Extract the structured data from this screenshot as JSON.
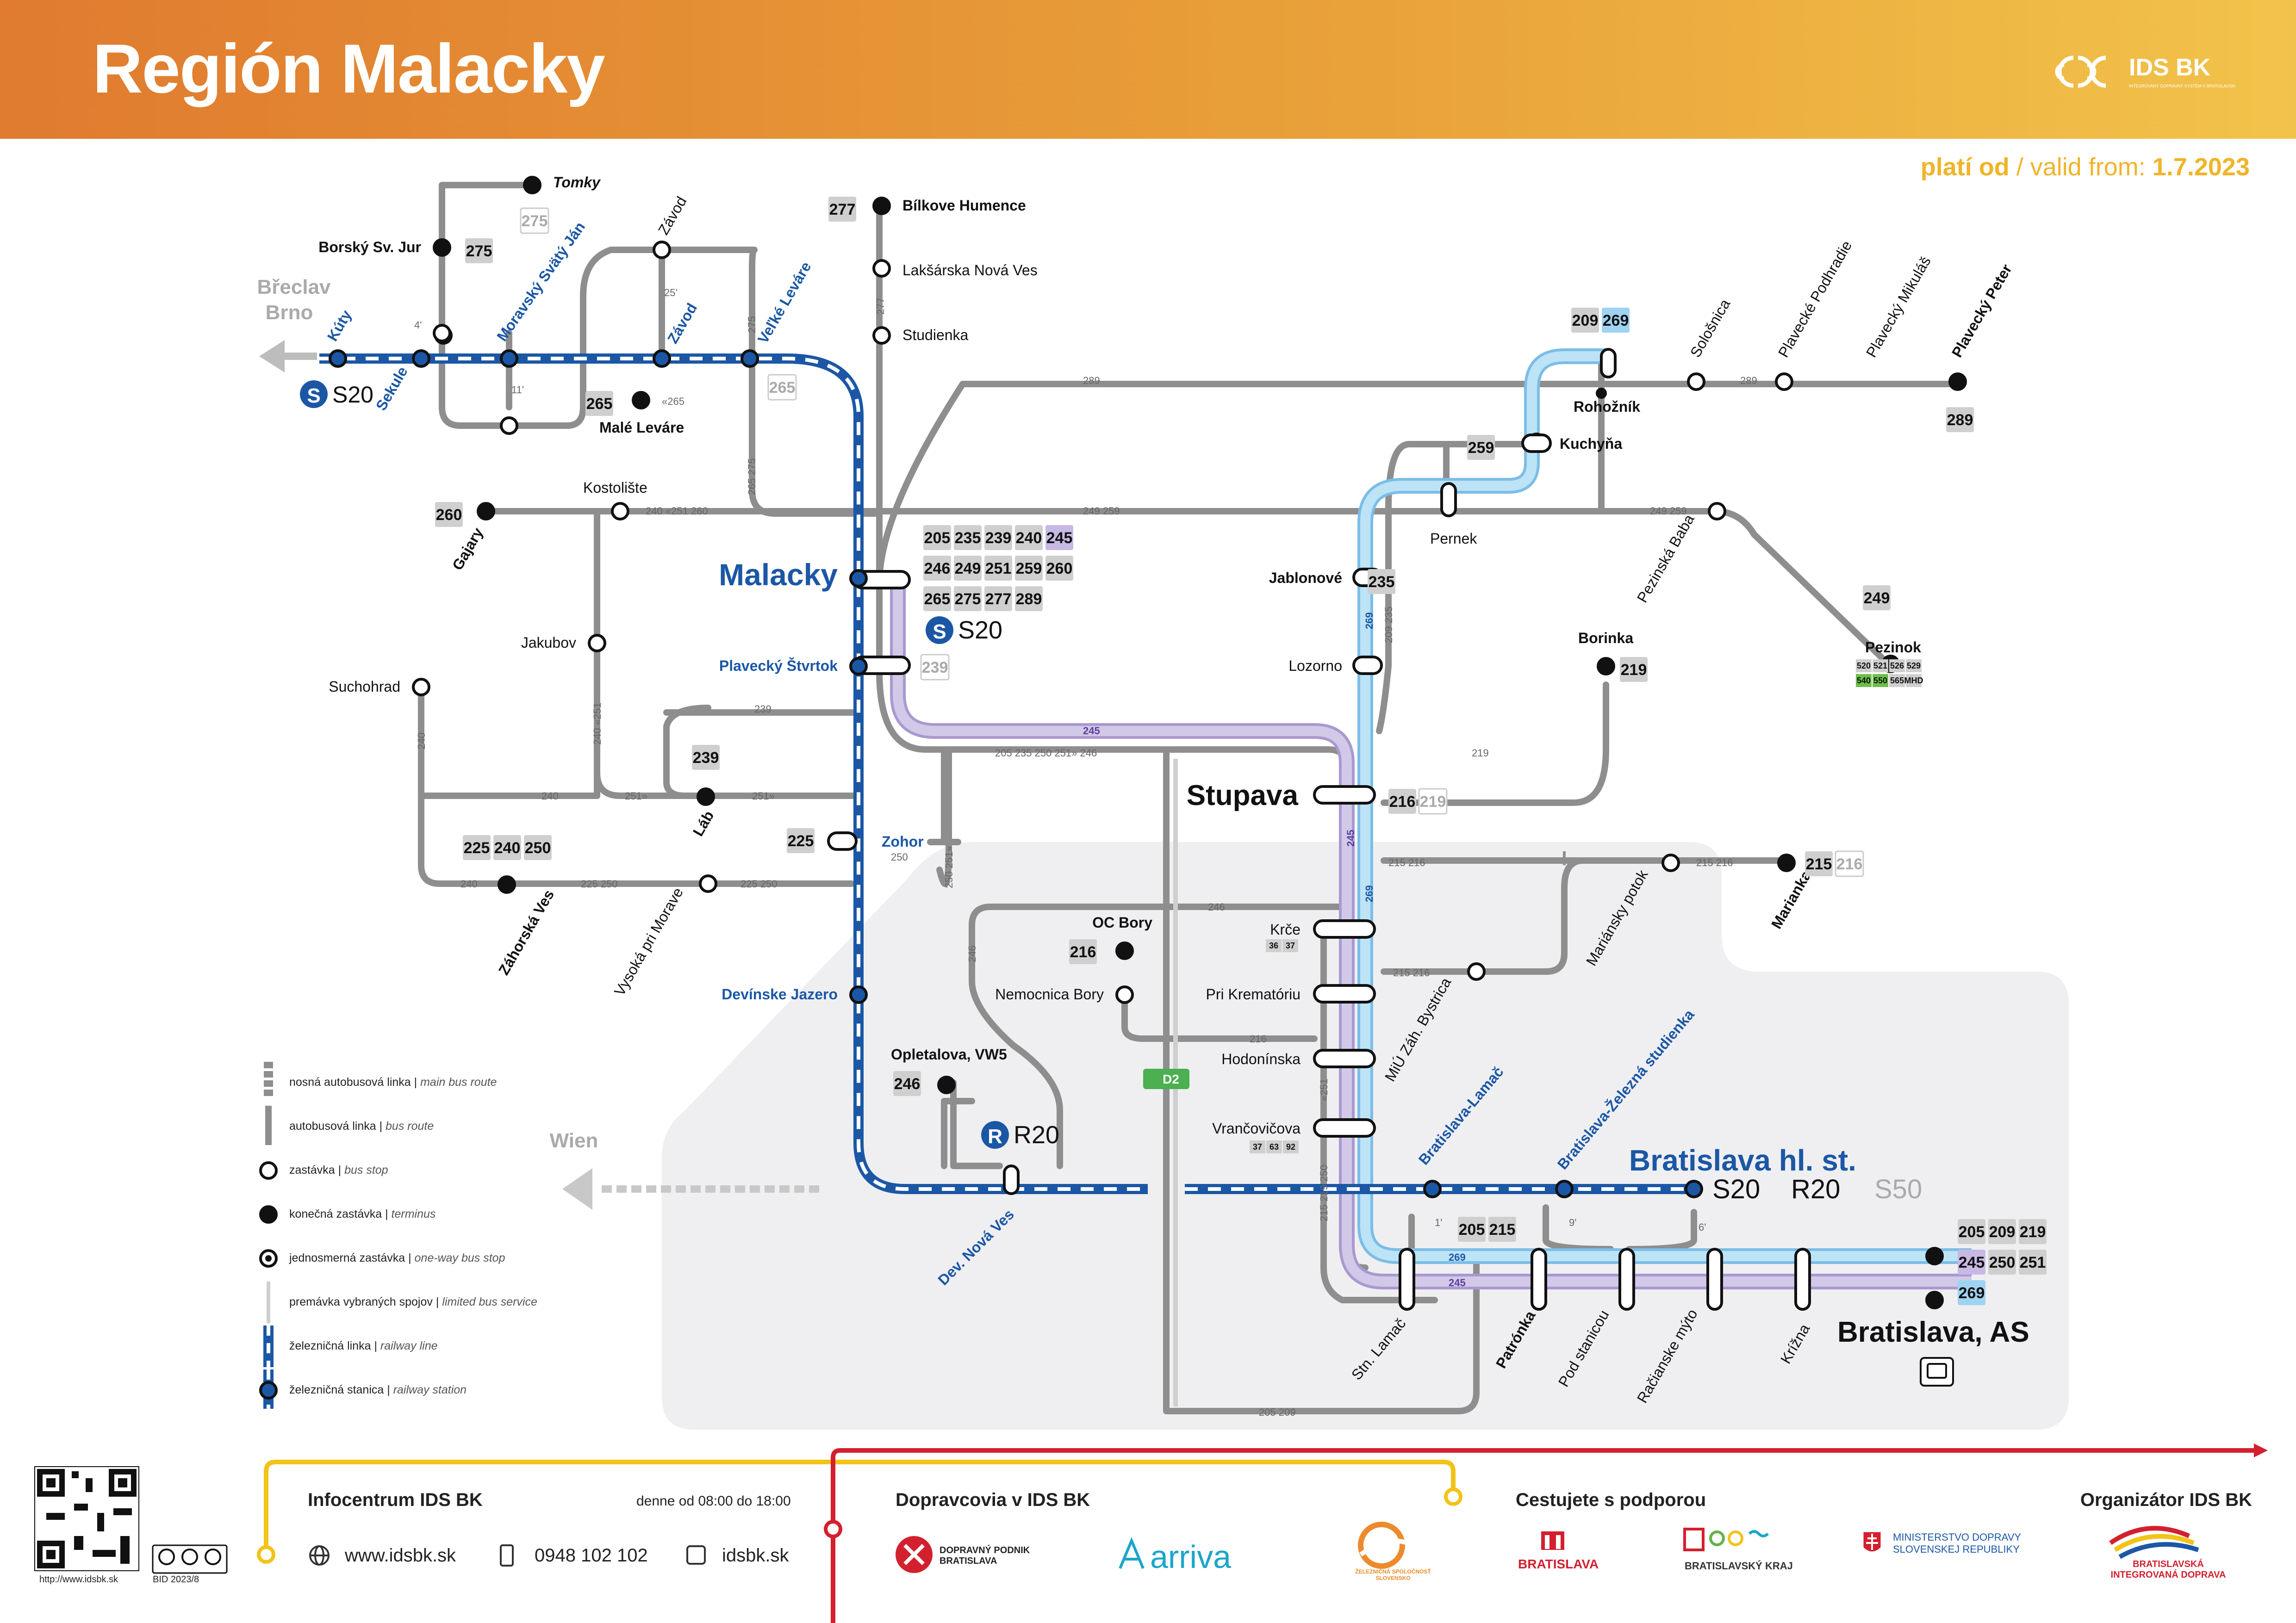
{
  "header": {
    "title": "Región Malacky",
    "logo_text": "IDS BK",
    "logo_sub": "INTEGROVANÝ DOPRAVNÝ SYSTÉM V BRATISLAVSKOM KRAJI"
  },
  "valid": {
    "label_sk": "platí od",
    "label_en": "valid from:",
    "date": "1.7.2023"
  },
  "colors": {
    "bus": "#8a8a8a",
    "rail": "#1b57a5",
    "purple": "#b7a6d8",
    "lightblue": "#9fd3f2",
    "area": "#efeff1",
    "orange": "#e07b2f",
    "red": "#d3202e",
    "yellow": "#f2c318"
  },
  "directions": {
    "breclav": "Břeclav",
    "brno": "Brno",
    "wien": "Wien"
  },
  "rail_lines": {
    "s20": "S20",
    "r20": "R20",
    "s50": "S50"
  },
  "stations": {
    "kuty": "Kúty",
    "sekule": "Sekule",
    "moravsky": "Moravský Svätý Ján",
    "zavod_st": "Závod",
    "velke_levare": "Veľké Leváre",
    "malacky": "Malacky",
    "plavecky_stvrtok": "Plavecký Štvrtok",
    "zohor": "Zohor",
    "devinske_jazero": "Devínske Jazero",
    "dev_nova_ves": "Dev. Nová Ves",
    "bratislava_lamac": "Bratislava-Lamač",
    "bratislava_zel": "Bratislava-Železná studienka",
    "bratislava_hl": "Bratislava hl. st."
  },
  "stops": {
    "tomky": "Tomky",
    "borsky": "Borský Sv. Jur",
    "zavod": "Závod",
    "male_levare": "Malé Leváre",
    "bilkove": "Bílkove Humence",
    "laksarska": "Lakšárska Nová Ves",
    "studienka": "Studienka",
    "kostoliste": "Kostolište",
    "gajary": "Gajary",
    "jakubov": "Jakubov",
    "suchohrad": "Suchohrad",
    "lab": "Láb",
    "zahorska": "Záhorská Ves",
    "vysoka": "Vysoká pri Morave",
    "solosnica": "Sološnica",
    "plavecke_podhradie": "Plavecké Podhradie",
    "plavecky_mikulas": "Plavecký Mikuláš",
    "plavecky_peter": "Plavecký Peter",
    "rohoznik": "Rohožník",
    "kuchyna": "Kuchyňa",
    "pernek": "Pernek",
    "pezinska_baba": "Pezinská Baba",
    "pezinok": "Pezinok",
    "jablonove": "Jablonové",
    "lozorno": "Lozorno",
    "borinka": "Borinka",
    "stupava": "Stupava",
    "marianka": "Marianka",
    "mariansky_potok": "Mariánsky potok",
    "mu_zah": "MiÚ Záh. Bystrica",
    "oc_bory": "OC Bory",
    "nemocnica": "Nemocnica Bory",
    "krce": "Krče",
    "pri_krematoriu": "Pri Krematóriu",
    "hodoninska": "Hodonínska",
    "vrancovicova": "Vrančovičova",
    "opletalova": "Opletalova, VW5",
    "stn_lamac": "Stn. Lamač",
    "patronka": "Patrónka",
    "pod_stanicou": "Pod stanicou",
    "racianske": "Račianske mýto",
    "krizna": "Krížna",
    "bratislava_as": "Bratislava, AS"
  },
  "line_badges": {
    "tomky": [
      "275"
    ],
    "borsky": [
      "275"
    ],
    "male_levare": [
      "265"
    ],
    "velke_levare_sub": [
      "265"
    ],
    "bilkove": [
      "277"
    ],
    "gajary": [
      "260"
    ],
    "malacky": [
      "205",
      "235",
      "239",
      "240",
      "245",
      "246",
      "249",
      "251",
      "259",
      "260",
      "265",
      "275",
      "277",
      "289"
    ],
    "plavecky_stvrtok": [
      "239"
    ],
    "lab": [
      "239"
    ],
    "zohor": [
      "225"
    ],
    "zahorska": [
      "225",
      "240",
      "250"
    ],
    "rohoznik": [
      "209",
      "269"
    ],
    "plavecky_peter": [
      "289"
    ],
    "kuchyna": [
      "259"
    ],
    "jablonove": [
      "235"
    ],
    "pezinok_main": [
      "249"
    ],
    "borinka": [
      "219"
    ],
    "stupava": [
      "216",
      "219"
    ],
    "marianka": [
      "215",
      "216"
    ],
    "oc_bory": [
      "216"
    ],
    "opletalova": [
      "246"
    ],
    "bratislava_lamac": [
      "205",
      "215"
    ],
    "bratislava_as": [
      "205",
      "209",
      "219",
      "245",
      "250",
      "251",
      "269"
    ],
    "pezinok_small": [
      "520",
      "521",
      "526",
      "529",
      "540",
      "550",
      "565",
      "MHD"
    ],
    "krce_small": [
      "36",
      "37"
    ],
    "vrancovicova_small": [
      "37",
      "63",
      "92"
    ]
  },
  "segment_labels": {
    "l289": "289",
    "l249_259": "249  259",
    "l240_251_260": "240 «251 260",
    "l239": "239",
    "l245": "245",
    "l205_251_246": "205  235  250  251»  246",
    "l240": "240",
    "l251": "251»",
    "l225_250": "225  250",
    "l250_251": "250 251»",
    "l250": "250",
    "l265": "«265",
    "l277": "277",
    "l265_275": "265  275",
    "l275": "275",
    "l240v": "240",
    "l240_251v": "240 «251",
    "l219": "219",
    "l215_216": "215  216",
    "l246": "246",
    "l216": "216",
    "l205_209": "205  209",
    "l269": "269",
    "l209_235": "209  235",
    "l219_215": "215  219  250",
    "l251v": "«251",
    "t4": "4'",
    "t11": "11'",
    "t25": "25'",
    "t1": "1'",
    "t9": "9'",
    "t6": "6'",
    "d2": "D2"
  },
  "legend": [
    {
      "sk": "nosná autobusová linka",
      "en": "main bus route"
    },
    {
      "sk": "autobusová linka",
      "en": "bus route"
    },
    {
      "sk": "zastávka",
      "en": "bus stop"
    },
    {
      "sk": "konečná zastávka",
      "en": "terminus"
    },
    {
      "sk": "jednosmerná zastávka",
      "en": "one-way bus stop"
    },
    {
      "sk": "premávka vybraných spojov",
      "en": "limited bus service"
    },
    {
      "sk": "železničná linka",
      "en": "railway line"
    },
    {
      "sk": "železničná stanica",
      "en": "railway station"
    }
  ],
  "footer": {
    "qr_url": "http://www.idsbk.sk",
    "bid": "BID 2023/8",
    "info_title": "Infocentrum IDS BK",
    "hours": "denne od 08:00 do 18:00",
    "web": "www.idsbk.sk",
    "phone": "0948 102 102",
    "fb": "idsbk.sk",
    "carriers_title": "Dopravcovia v IDS BK",
    "carrier1": "DOPRAVNÝ PODNIK BRATISLAVA",
    "carrier2": "arriva",
    "carrier3": "ŽELEZNIČNÁ SPOLOČNOSŤ SLOVENSKO",
    "support_title": "Cestujete s podporou",
    "support1": "BRATISLAVA",
    "support2": "BRATISLAVSKÝ KRAJ",
    "support3": "MINISTERSTVO DOPRAVY SLOVENSKEJ REPUBLIKY",
    "organizer_title": "Organizátor IDS BK",
    "organizer": "BRATISLAVSKÁ INTEGROVANÁ DOPRAVA"
  }
}
